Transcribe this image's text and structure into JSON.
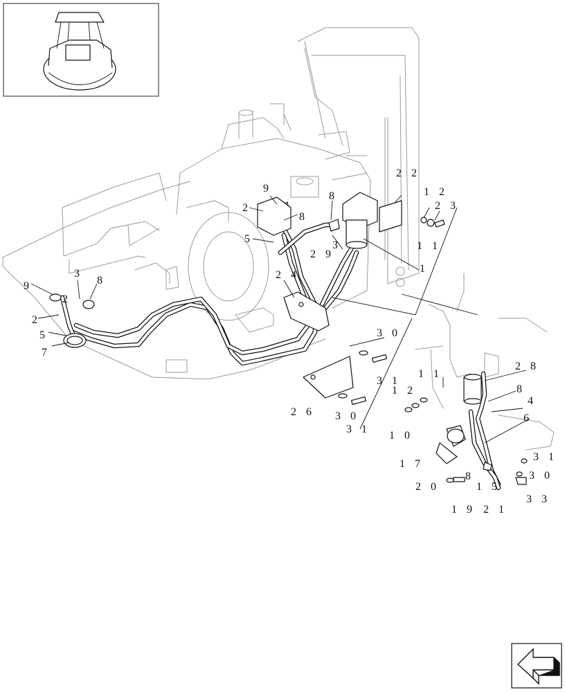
{
  "callouts": [
    {
      "id": "c1",
      "label": "2 2"
    },
    {
      "id": "c2",
      "label": "1 2"
    },
    {
      "id": "c3",
      "label": "2 3"
    },
    {
      "id": "c4",
      "label": "1 1"
    },
    {
      "id": "c5",
      "label": "1"
    },
    {
      "id": "c6",
      "label": "9"
    },
    {
      "id": "c7",
      "label": "2"
    },
    {
      "id": "c8",
      "label": "8"
    },
    {
      "id": "c9",
      "label": "8"
    },
    {
      "id": "c10",
      "label": "5"
    },
    {
      "id": "c11",
      "label": "2 9"
    },
    {
      "id": "c12",
      "label": "3"
    },
    {
      "id": "c13",
      "label": "2 4"
    },
    {
      "id": "c14",
      "label": "9"
    },
    {
      "id": "c15",
      "label": "3"
    },
    {
      "id": "c16",
      "label": "8"
    },
    {
      "id": "c17",
      "label": "2"
    },
    {
      "id": "c18",
      "label": "2"
    },
    {
      "id": "c19",
      "label": "5"
    },
    {
      "id": "c20",
      "label": "7"
    },
    {
      "id": "c21",
      "label": "3 0"
    },
    {
      "id": "c22",
      "label": "3 1"
    },
    {
      "id": "c23",
      "label": "2 6"
    },
    {
      "id": "c24",
      "label": "3 0"
    },
    {
      "id": "c25",
      "label": "3 1"
    },
    {
      "id": "c26",
      "label": "1 1"
    },
    {
      "id": "c27",
      "label": "2 8"
    },
    {
      "id": "c28",
      "label": "1 2"
    },
    {
      "id": "c29",
      "label": "8"
    },
    {
      "id": "c30",
      "label": "4"
    },
    {
      "id": "c31",
      "label": "6"
    },
    {
      "id": "c32",
      "label": "1 0"
    },
    {
      "id": "c33",
      "label": "1 7"
    },
    {
      "id": "c34",
      "label": "3 1"
    },
    {
      "id": "c35",
      "label": "8"
    },
    {
      "id": "c36",
      "label": "3 0"
    },
    {
      "id": "c37",
      "label": "1 5"
    },
    {
      "id": "c38",
      "label": "2 0"
    },
    {
      "id": "c39",
      "label": "3 3"
    },
    {
      "id": "c40",
      "label": "1 9"
    },
    {
      "id": "c41",
      "label": "2 1"
    }
  ],
  "icons": {
    "thumbnail": "machine-overview-thumbnail",
    "navigation": "next-page-arrow-icon"
  }
}
